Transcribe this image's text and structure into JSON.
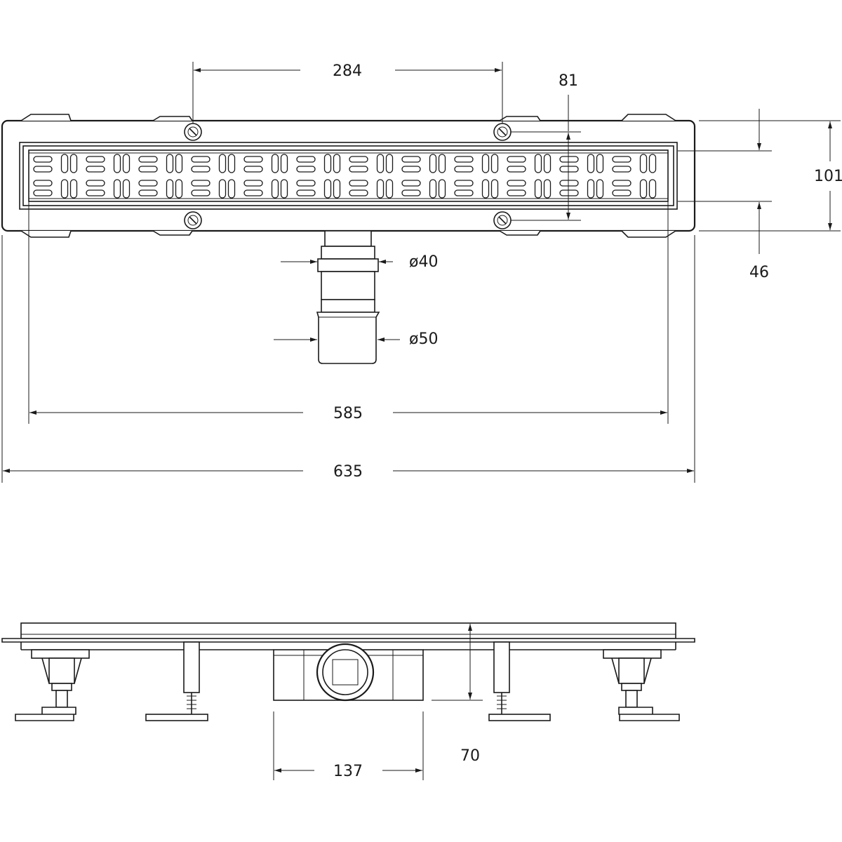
{
  "top_view": {
    "dim_284": "284",
    "dim_81": "81",
    "dim_101": "101",
    "dim_46": "46",
    "dim_d40": "ø40",
    "dim_d50": "ø50",
    "dim_585": "585",
    "dim_635": "635"
  },
  "side_view": {
    "dim_70": "70",
    "dim_137": "137"
  }
}
